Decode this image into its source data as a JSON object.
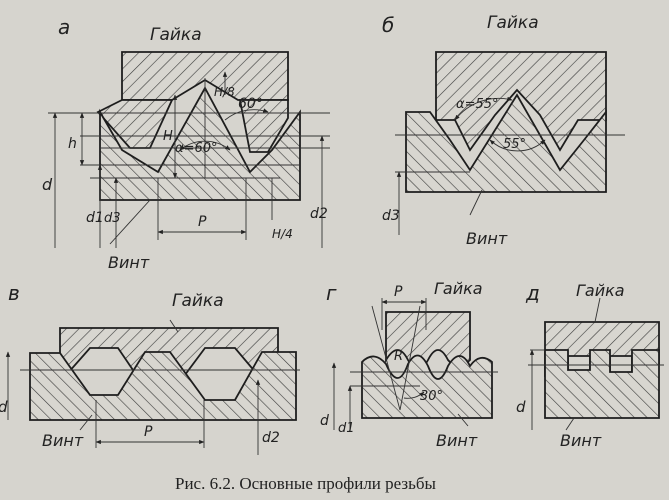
{
  "figure": {
    "caption": "Рис. 6.2. Основные профили резьбы",
    "panels": [
      {
        "letter": "а",
        "nut": "Гайка",
        "bolt": "Винт",
        "dims": {
          "d": "d",
          "d1": "d1",
          "d3": "d3",
          "d2": "d2",
          "h": "h",
          "H": "H",
          "H8": "H/8",
          "H4": "H/4",
          "P": "P",
          "alpha": "α=60°",
          "angle": "60°"
        }
      },
      {
        "letter": "б",
        "nut": "Гайка",
        "bolt": "Винт",
        "dims": {
          "d3": "d3",
          "alpha": "α=55°",
          "angle": "55°"
        }
      },
      {
        "letter": "в",
        "nut": "Гайка",
        "bolt": "Винт",
        "dims": {
          "d": "d",
          "d2": "d2",
          "P": "P"
        }
      },
      {
        "letter": "г",
        "nut": "Гайка",
        "bolt": "Винт",
        "dims": {
          "P": "P",
          "R": "R",
          "angle": "30°",
          "d": "d",
          "d1": "d1"
        }
      },
      {
        "letter": "д",
        "nut": "Гайка",
        "bolt": "Винт",
        "dims": {
          "d": "d"
        }
      }
    ]
  }
}
